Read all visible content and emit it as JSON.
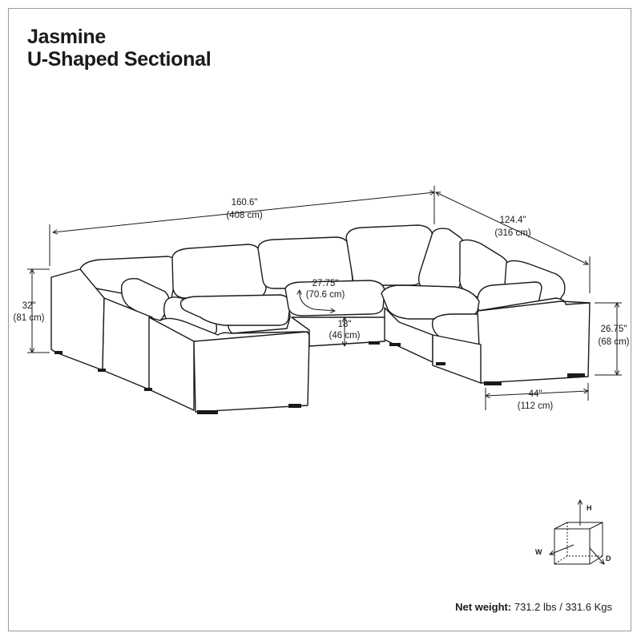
{
  "title": {
    "line1": "Jasmine",
    "line2": "U-Shaped Sectional"
  },
  "dimensions": {
    "overall_width": {
      "imperial": "160.6\"",
      "metric": "(408 cm)"
    },
    "overall_depth": {
      "imperial": "124.4\"",
      "metric": "(316 cm)"
    },
    "seat_depth": {
      "imperial": "27.75\"",
      "metric": "(70.6 cm)"
    },
    "seat_height": {
      "imperial": "18\"",
      "metric": "(46 cm)"
    },
    "back_height": {
      "imperial": "32\"",
      "metric": "(81 cm)"
    },
    "arm_height": {
      "imperial": "26.75\"",
      "metric": "(68 cm)"
    },
    "module_width": {
      "imperial": "44\"",
      "metric": "(112 cm)"
    }
  },
  "axis_legend": {
    "height": "H",
    "width": "W",
    "depth": "D"
  },
  "net_weight": {
    "label": "Net weight:",
    "value": "731.2 lbs / 331.6 Kgs"
  },
  "colors": {
    "line": "#1a1a1a",
    "border": "#9a9a9a",
    "background": "#ffffff"
  }
}
